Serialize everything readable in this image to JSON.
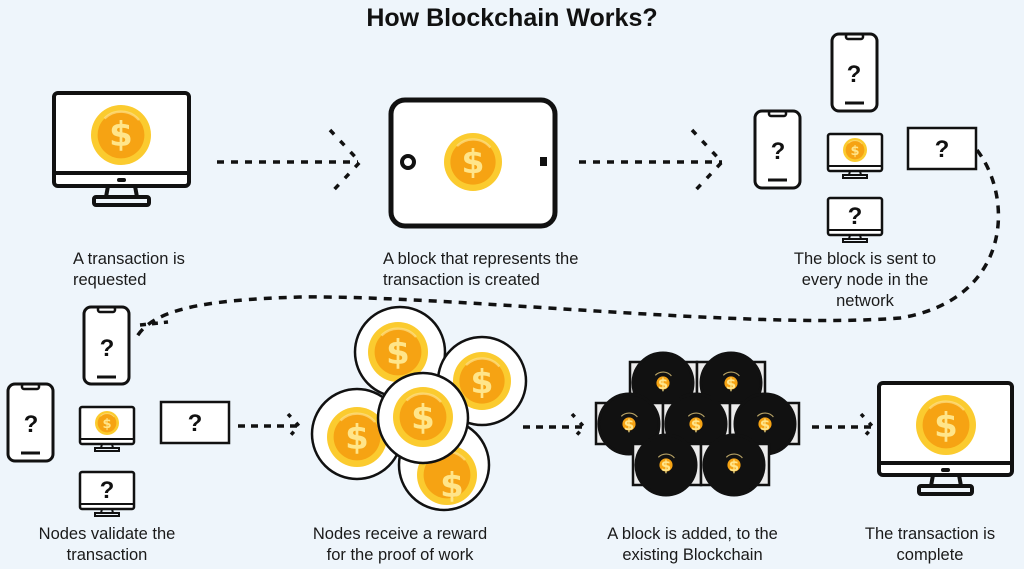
{
  "title": "How Blockchain Works?",
  "steps": [
    {
      "id": "request",
      "caption": "A transaction is\nrequested"
    },
    {
      "id": "block-created",
      "caption": "A block that represents the\ntransaction is created"
    },
    {
      "id": "broadcast",
      "caption": "The block is sent to\nevery node in the\nnetwork"
    },
    {
      "id": "validate",
      "caption": "Nodes validate the\ntransaction"
    },
    {
      "id": "reward",
      "caption": "Nodes receive a reward\nfor the proof of work"
    },
    {
      "id": "block-added",
      "caption": "A block is added, to the\nexisting Blockchain"
    },
    {
      "id": "complete",
      "caption": "The transaction is\ncomplete"
    }
  ],
  "glyphs": {
    "unknown": "?",
    "currency": "$"
  },
  "colors": {
    "background": "#eef5fb",
    "outline": "#111111",
    "coin_outer": "#fbcb2f",
    "coin_inner": "#f6a313",
    "coin_symbol": "#ffe58a",
    "block_fill": "#ececec"
  },
  "icons": [
    "monitor-icon",
    "tablet-icon",
    "phone-icon",
    "coin-icon",
    "question-mark-icon",
    "block-icon",
    "arrow-icon"
  ]
}
